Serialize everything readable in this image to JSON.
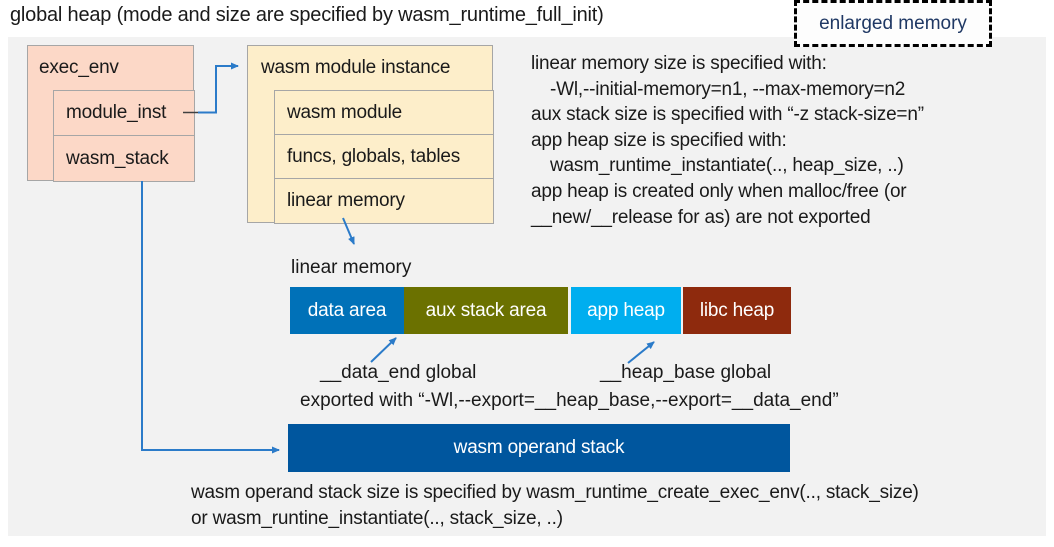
{
  "title": "global heap (mode and size are specified by wasm_runtime_full_init)",
  "exec_env": {
    "label": "exec_env",
    "fields": [
      "module_inst",
      "wasm_stack"
    ]
  },
  "module_instance": {
    "label": "wasm module instance",
    "fields": [
      "wasm module",
      "funcs, globals, tables",
      "linear memory"
    ]
  },
  "right_notes": [
    "linear memory size is specified with:",
    "-Wl,--initial-memory=n1, --max-memory=n2",
    "aux stack size is specified with “-z stack-size=n”",
    "app heap size is specified with:",
    "wasm_runtime_instantiate(.., heap_size, ..)",
    "app heap is created only when malloc/free (or",
    "__new/__release for as) are not exported"
  ],
  "linear_memory": {
    "label": "linear memory",
    "segments": [
      {
        "label": "data area",
        "color": "#0071b8"
      },
      {
        "label": "aux stack area",
        "color": "#6b7100"
      },
      {
        "label": "app heap",
        "color": "#00aeef"
      },
      {
        "label": "libc heap",
        "color": "#8e2a0d"
      },
      {
        "label": "enlarged memory",
        "color": "#fdfdfd"
      }
    ]
  },
  "globals": {
    "data_end": "__data_end global",
    "heap_base": "__heap_base global",
    "exported": "exported with “-Wl,--export=__heap_base,--export=__data_end”"
  },
  "operand_stack": {
    "label": "wasm operand stack"
  },
  "bottom_notes": [
    "wasm operand stack size is specified by wasm_runtime_create_exec_env(.., stack_size)",
    "or wasm_runtine_instantiate(.., stack_size, ..)"
  ],
  "colors": {
    "panel_bg": "#f2f2f2",
    "struct_pink": "#fcd8c7",
    "struct_cream": "#fdeeca",
    "struct_border": "#a6a6a6",
    "operand_stack_bar": "#00569e",
    "enlarged_text": "#1f3864",
    "arrow_blue": "#2b7bc9",
    "text": "#1a1a1a"
  }
}
